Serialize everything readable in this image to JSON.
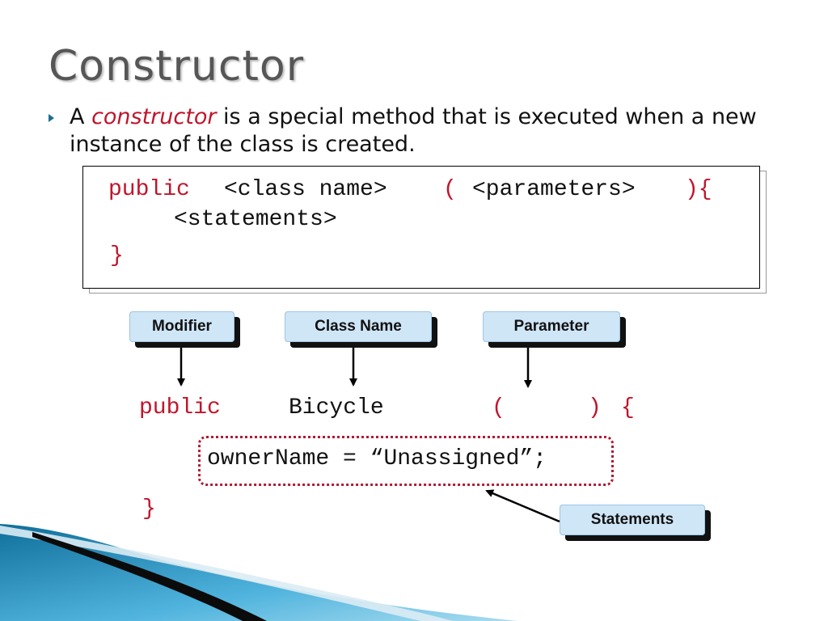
{
  "slide": {
    "title": "Constructor",
    "bullet": {
      "prefix": "A ",
      "term": "constructor",
      "suffix": " is a special method that is executed when a new instance of the class is created."
    }
  },
  "syntax": {
    "keyword": "public",
    "class_name": "<class name>",
    "open_paren": "(",
    "parameters": "<parameters>",
    "close_paren_brace": "){",
    "statements": "<statements>",
    "close_brace": "}"
  },
  "example": {
    "keyword": "public",
    "class_name": "Bicycle",
    "open_paren": "(",
    "close_paren": ")",
    "open_brace": "{",
    "statement_lhs": "ownerName = ",
    "open_quote": "“",
    "string_value": "Unassigned",
    "close_quote": "”",
    "semicolon": ";",
    "close_brace": "}"
  },
  "callouts": {
    "modifier": "Modifier",
    "class_name": "Class Name",
    "parameter": "Parameter",
    "statements": "Statements"
  },
  "colors": {
    "keyword": "#c0152c",
    "callout_fill": "#cfe6f7",
    "accent": "#1b6f8e"
  },
  "icons": {
    "bullet": "triangle-bullet-icon"
  }
}
